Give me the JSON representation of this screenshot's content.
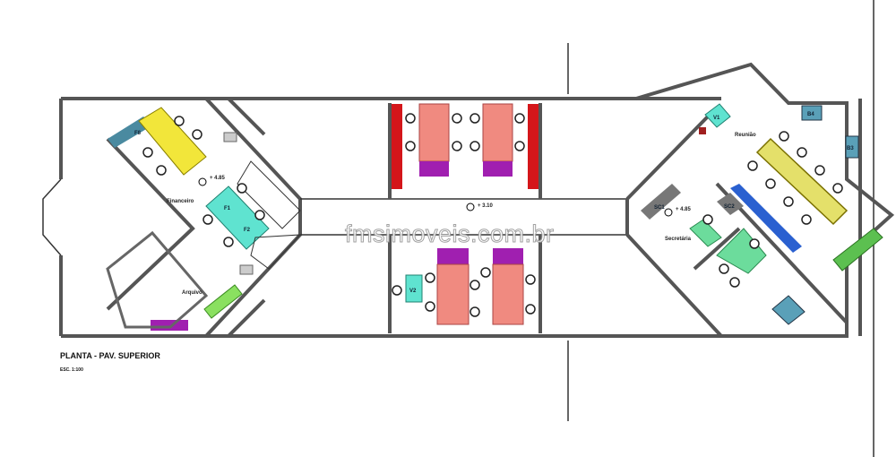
{
  "plan": {
    "title": "PLANTA - PAV. SUPERIOR",
    "scale": "ESC. 1:100",
    "watermark": "fmsimoveis.com.br",
    "levels": {
      "left": "+ 4.85",
      "center": "+ 3.10",
      "right": "+ 4.85"
    },
    "rooms": {
      "financeiro": "Financeiro",
      "arquivo": "Arquivo",
      "reuniao": "Reunião",
      "secretaria": "Secretária"
    },
    "furniture": {
      "v1": "V1",
      "v2": "V2",
      "b3": "B3",
      "b4": "B4",
      "sc1": "SC1",
      "sc2": "SC2",
      "f1": "F1",
      "f2": "F2",
      "f8": "F8"
    },
    "colors": {
      "financeiro_desks": "#f2e63a",
      "financeiro_table": "#5fe3d0",
      "work_desks": "#f08a80",
      "cabinets": "#a01fb0",
      "shelving": "#d4161a",
      "meeting_table": "#e4e06a",
      "secretaria_desks": "#6cdc9c",
      "blue_chairs": "#2a60d0",
      "green_bench": "#5cc050",
      "teal_box": "#5aa0b8"
    }
  }
}
